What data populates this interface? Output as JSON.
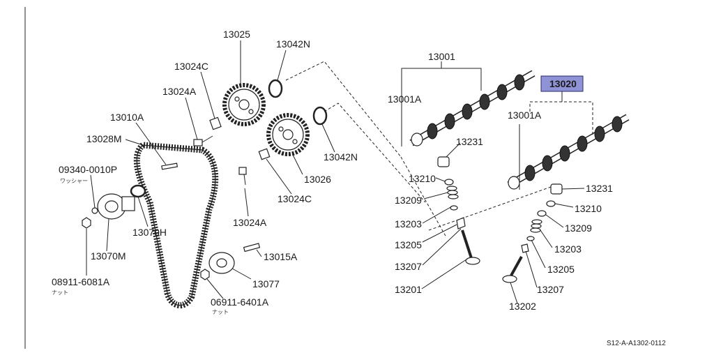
{
  "diagram": {
    "labels": {
      "p13025": "13025",
      "p13042n_top": "13042N",
      "p13024c_top": "13024C",
      "p13024a_top": "13024A",
      "p13010a": "13010A",
      "p13028m": "13028M",
      "p09340": "09340-0010P",
      "p09340_sub": "ワッシャー",
      "p13042n_mid": "13042N",
      "p13026": "13026",
      "p13024c_mid": "13024C",
      "p13024a_mid": "13024A",
      "p13070h": "13070H",
      "p13070m": "13070M",
      "p08911_a": "08911-6081A",
      "p08911_a_sub": "ナット",
      "p13015a": "13015A",
      "p13077": "13077",
      "p06911": "06911-6401A",
      "p06911_sub": "ナット",
      "p13001": "13001",
      "p13001a_left": "13001A",
      "p13231_left": "13231",
      "p13210_left": "13210",
      "p13209_left": "13209",
      "p13203_left": "13203",
      "p13205_left": "13205",
      "p13207_left": "13207",
      "p13201": "13201",
      "p13020": "13020",
      "p13001a_right": "13001A",
      "p13231_right": "13231",
      "p13210_right": "13210",
      "p13209_right": "13209",
      "p13203_right": "13203",
      "p13205_right": "13205",
      "p13207_right": "13207",
      "p13202": "13202"
    },
    "reference_code": "S12-A-A1302-0112",
    "highlight_color": "#8f93d6"
  }
}
